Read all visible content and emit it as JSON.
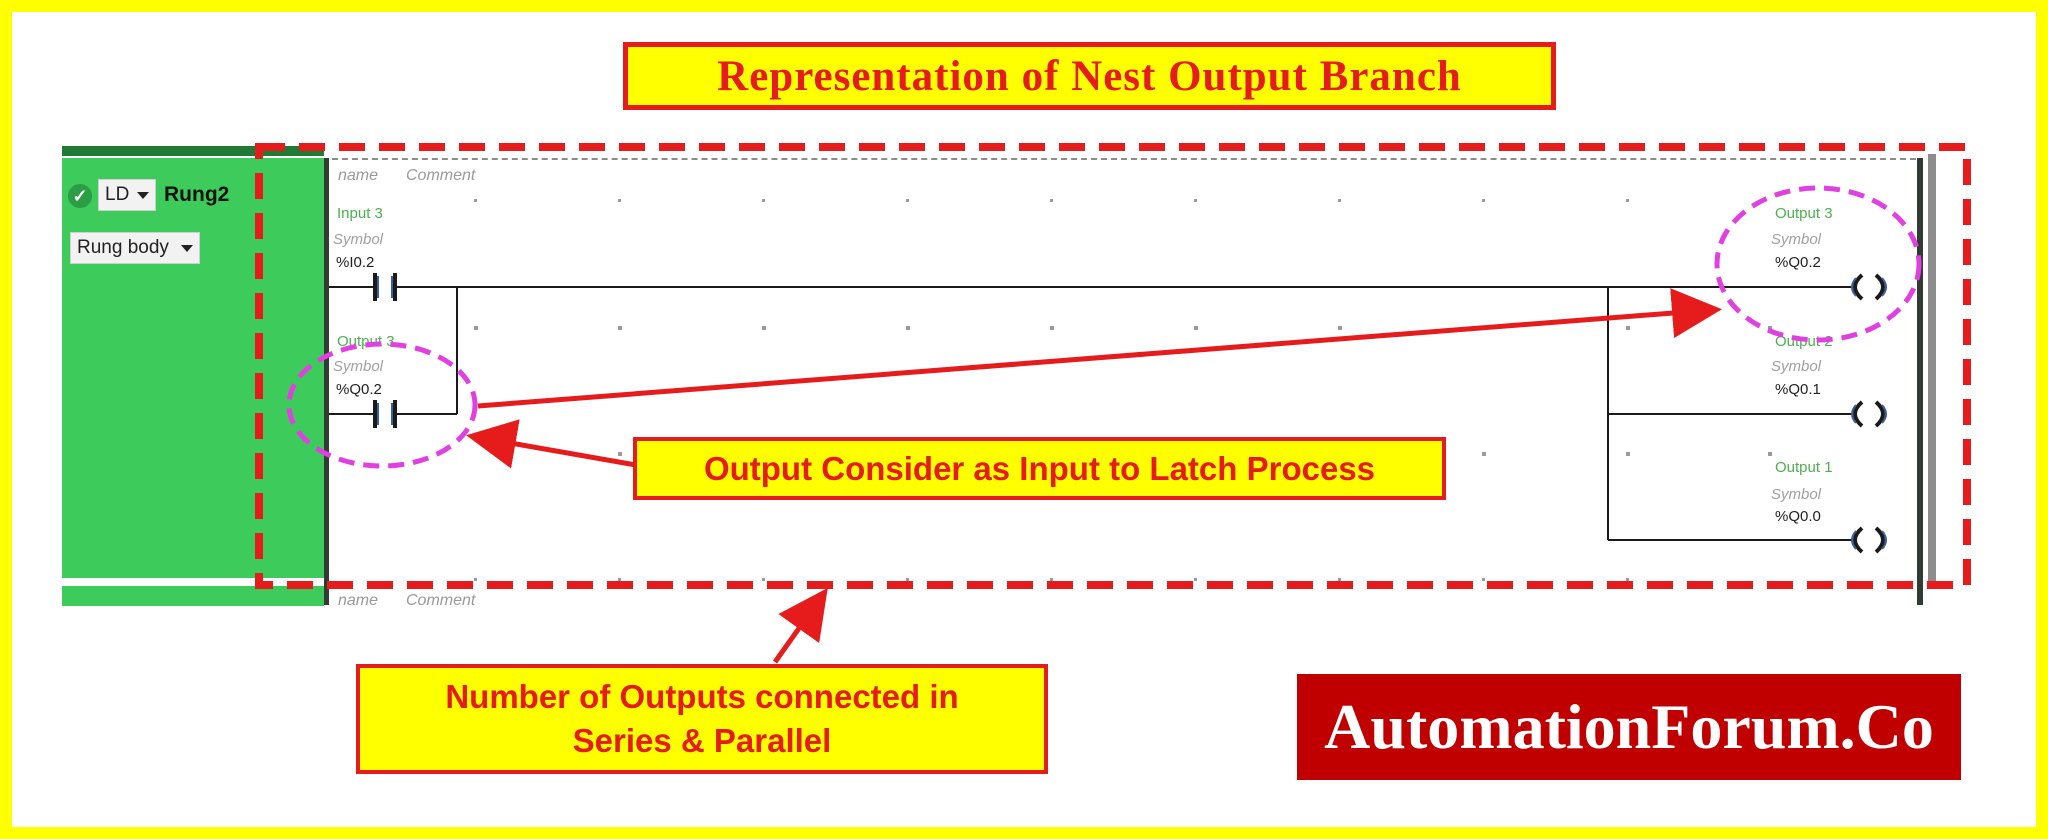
{
  "title": "Representation of Nest Output Branch",
  "rung": {
    "language": "LD",
    "name": "Rung2",
    "section": "Rung body",
    "header_name": "name",
    "header_comment": "Comment"
  },
  "next_rung": {
    "header_name": "name",
    "header_comment": "Comment"
  },
  "contacts": [
    {
      "name": "Input 3",
      "symbol": "Symbol",
      "address": "%I0.2"
    },
    {
      "name": "Output 3",
      "symbol": "Symbol",
      "address": "%Q0.2"
    }
  ],
  "coils": [
    {
      "name": "Output 3",
      "symbol": "Symbol",
      "address": "%Q0.2"
    },
    {
      "name": "Output 2",
      "symbol": "Symbol",
      "address": "%Q0.1"
    },
    {
      "name": "Output 1",
      "symbol": "Symbol",
      "address": "%Q0.0"
    }
  ],
  "annotations": {
    "latch": "Output Consider as Input to Latch Process",
    "series_line1": "Number of Outputs connected in",
    "series_line2": "Series & Parallel"
  },
  "brand": "AutomationForum.Co",
  "icons": {
    "check": "check-circle-icon",
    "dropdown": "caret-down-icon",
    "contact": "no-contact-icon",
    "coil": "coil-icon"
  },
  "colors": {
    "background": "#ffff00",
    "accent_red": "#e61b1b",
    "highlight_magenta": "#e040e0",
    "rung_green": "#3dcc5c",
    "label_green": "#4caf50",
    "logo_red": "#c00000"
  }
}
